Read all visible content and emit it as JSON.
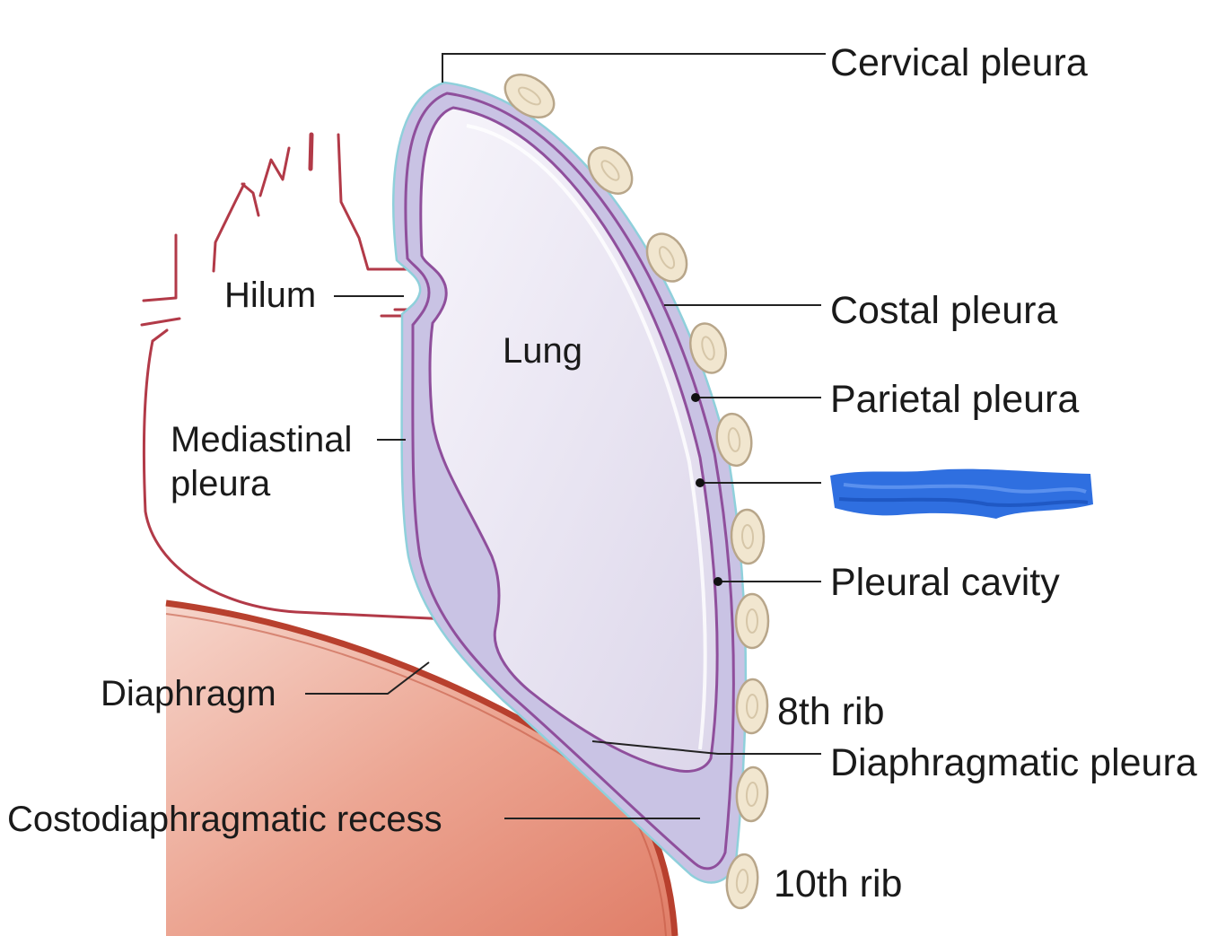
{
  "labels": {
    "cervical_pleura": "Cervical pleura",
    "costal_pleura": "Costal pleura",
    "parietal_pleura": "Parietal pleura",
    "pleural_cavity": "Pleural cavity",
    "rib_8": "8th rib",
    "diaphragmatic_pleura": "Diaphragmatic pleura",
    "rib_10": "10th rib",
    "hilum": "Hilum",
    "lung": "Lung",
    "mediastinal_pleura_line1": "Mediastinal",
    "mediastinal_pleura_line2": "pleura",
    "diaphragm": "Diaphragm",
    "costodiaphragmatic_recess": "Costodiaphragmatic recess"
  },
  "colors": {
    "pleura_fill": "#c9c3e4",
    "pleura_stroke": "#8f4f9c",
    "lung_fill": "#ece9f4",
    "diaphragm_fill": "#e89a86",
    "diaphragm_edge": "#b8402e",
    "mediastinum_lines": "#b23a48",
    "redaction_scribble": "#2f6fe0"
  }
}
